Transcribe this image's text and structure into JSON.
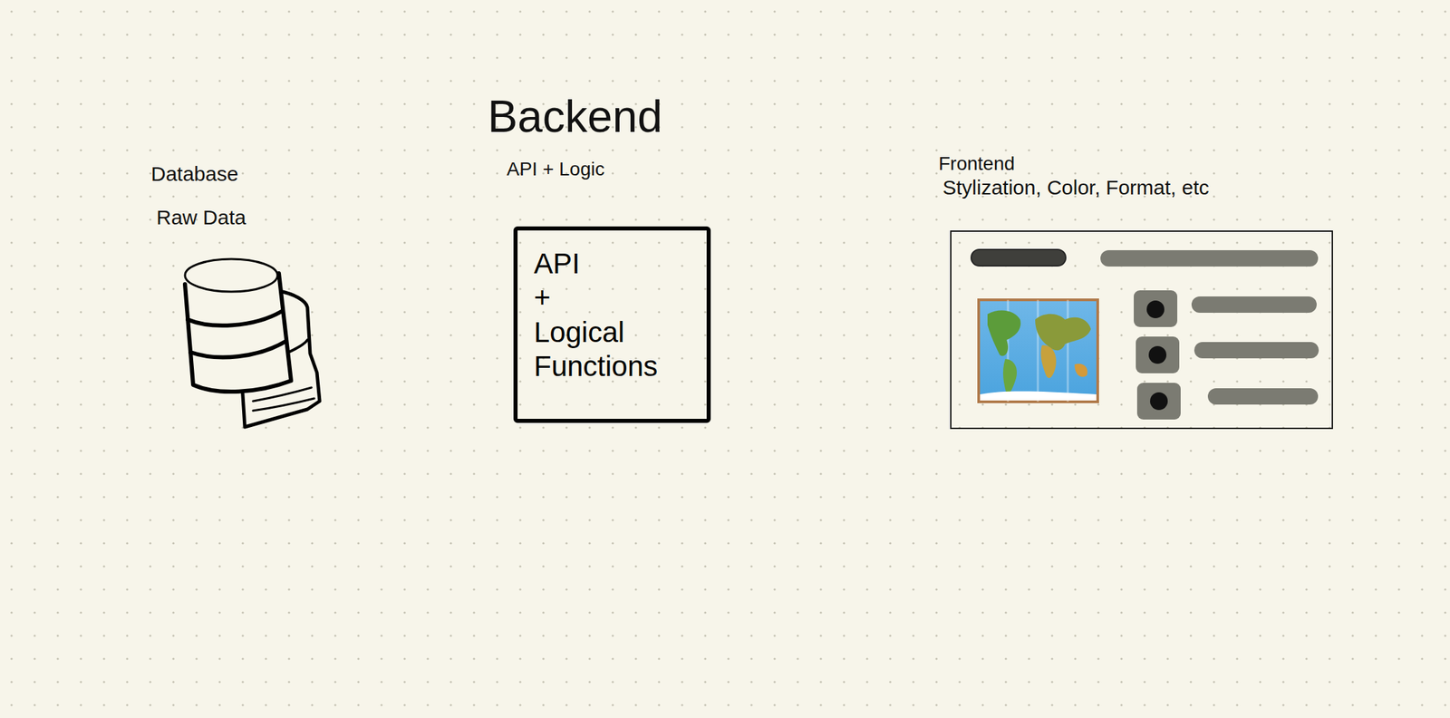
{
  "diagram": {
    "nodes": [
      {
        "text": [
          "Database",
          "Raw Data"
        ]
      },
      {
        "text": [
          "Backend",
          "API + Logic",
          "API + Logical Functions"
        ]
      },
      {
        "text": [
          "Frontend",
          "Stylization, Color, Format, etc"
        ]
      }
    ]
  }
}
